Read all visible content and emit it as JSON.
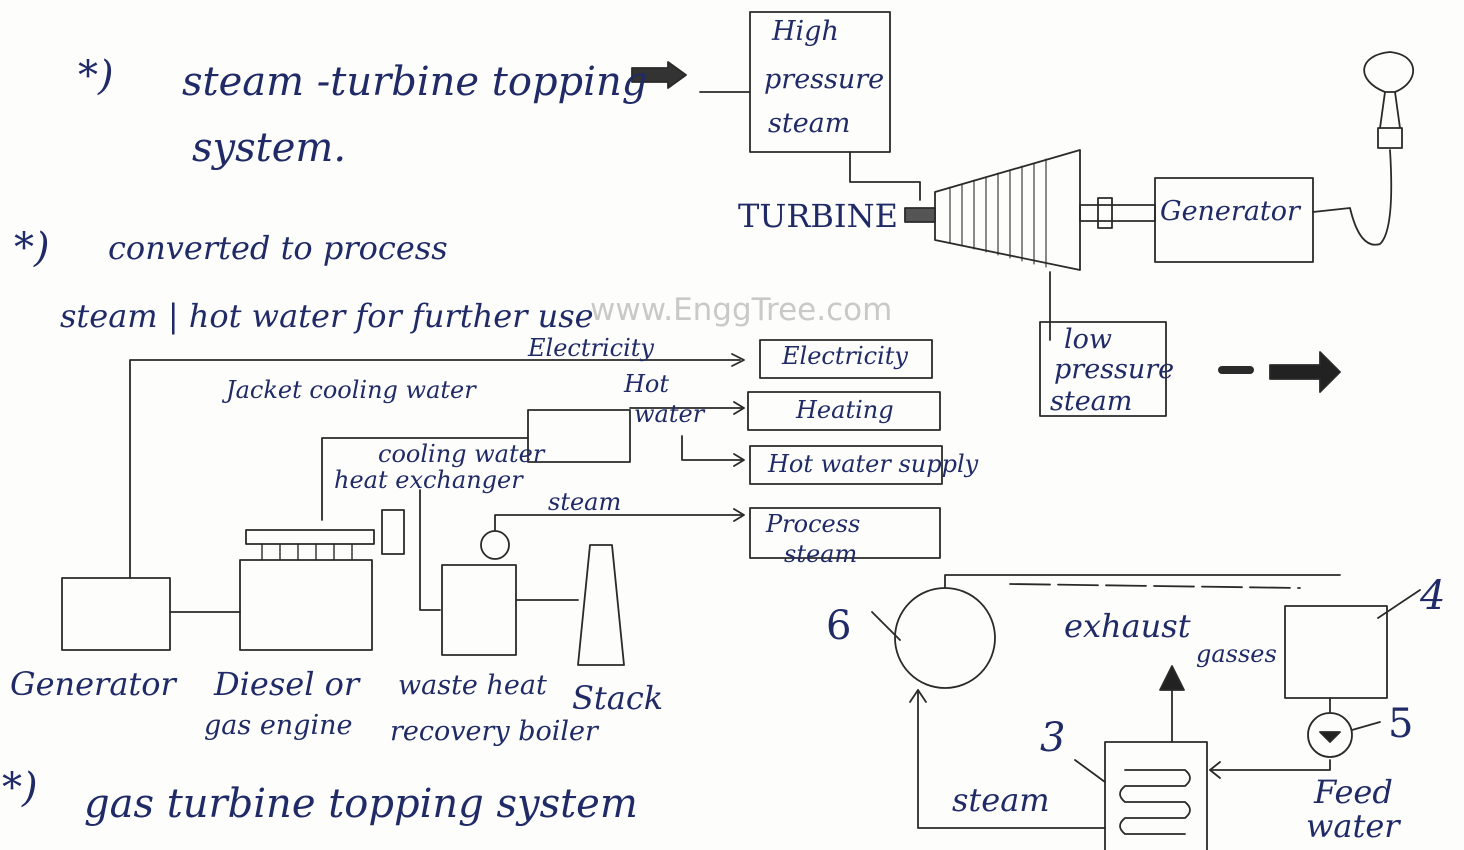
{
  "watermark": "www.EnggTree.com",
  "notes": {
    "star1_mark": "*)",
    "star1_line1": "steam -turbine topping",
    "star1_line2": "system.",
    "star2_mark": "*)",
    "star2_line1": "converted to process",
    "star2_line2": "steam | hot water for further use",
    "star3_mark": "*)",
    "star3_line1": "gas turbine topping system"
  },
  "steam_diagram": {
    "high_pressure_steam": [
      "High",
      "pressure",
      "steam"
    ],
    "turbine": "TURBINE",
    "generator": "Generator",
    "low_pressure_steam": [
      "low",
      "pressure",
      "steam"
    ]
  },
  "cogen_diagram": {
    "electricity_line": "Electricity",
    "jacket_cooling_water": "Jacket cooling water",
    "hot_water": [
      "Hot",
      "water"
    ],
    "cooling_water_hx": [
      "cooling water",
      "heat exchanger"
    ],
    "steam_line": "steam",
    "out_electricity": "Electricity",
    "out_heating": "Heating",
    "out_hot_water": "Hot water supply",
    "out_process": [
      "Process",
      "steam"
    ],
    "generator": "Generator",
    "engine": [
      "Diesel or",
      "gas engine"
    ],
    "boiler": [
      "waste heat",
      "recovery boiler"
    ],
    "stack": "Stack"
  },
  "gas_diagram": {
    "num_6": "6",
    "num_4": "4",
    "num_5": "5",
    "num_3": "3",
    "exhaust": [
      "exhaust",
      "gasses"
    ],
    "steam": "steam",
    "feed_water": [
      "Feed",
      "water"
    ]
  }
}
